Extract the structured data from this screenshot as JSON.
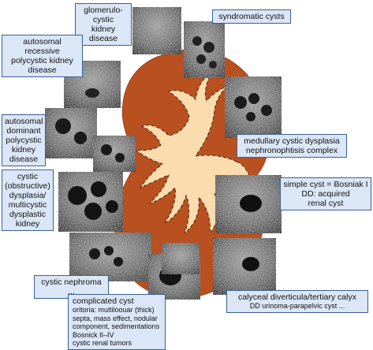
{
  "labels": {
    "glomerulo": [
      "glomerulo-cystic",
      "kidney disease"
    ],
    "syndromatic": [
      "syndromatic cysts"
    ],
    "arpkd": [
      "autosomal recessive",
      "polycystic kidney",
      "disease"
    ],
    "medullary": [
      "medullary cystic dysplasia",
      "nephronophtisis complex"
    ],
    "adpkd": [
      "autosomal",
      "dominant",
      "polycystic",
      "kidney",
      "disease"
    ],
    "simple": [
      "simple cyst = Bosniak I",
      "DD: acquired",
      "renal cyst"
    ],
    "obstructive": [
      "cystic",
      "(obstructive)",
      "dysplasia/",
      "multicystic",
      "dysplastic",
      "kidney"
    ],
    "nephroma": [
      "cystic nephroma ..."
    ],
    "calyceal": [
      "calyceal diverticula/tertiary calyx"
    ],
    "calyceal_sub": [
      "DD urinoma-parapelvic cyst ..."
    ],
    "complicated": [
      "complicated cyst"
    ],
    "complicated_sub": [
      "oritoria: multiloouar (thick)",
      "septa, mass effect, nodular",
      "component, sedimentations",
      "Bosnick II–IV",
      "cystic renal tumors"
    ]
  },
  "colors": {
    "kidney": "#b9501f",
    "pelvis": "#fbdcae",
    "label_fill": "#dbe6f6",
    "label_border": "#3b5f9a"
  }
}
